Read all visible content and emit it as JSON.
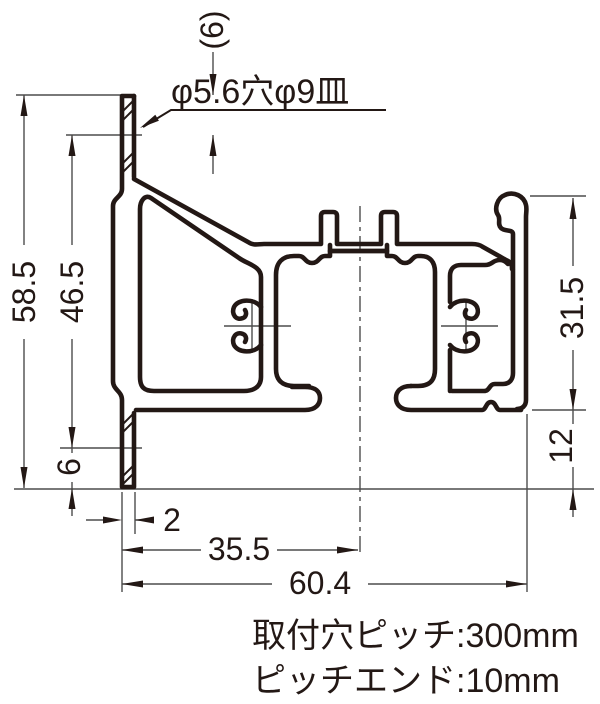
{
  "drawing": {
    "title_hint": "aluminum-rail-cross-section",
    "hole_label": "φ5.6穴φ9皿",
    "dims": {
      "top_offset": "(6)",
      "total_height": "58.5",
      "hole_pitch_height": "46.5",
      "bottom_offset": "6",
      "wall_thickness": "2",
      "center_from_left": "35.5",
      "total_width": "60.4",
      "right_height": "31.5",
      "right_bottom_height": "12"
    },
    "notes": {
      "line1": "取付穴ピッチ:300mm",
      "line2": "ピッチエンド:10mm"
    },
    "colors": {
      "line": "#231815",
      "thin": "#4d4d4d",
      "background": "#ffffff"
    }
  }
}
